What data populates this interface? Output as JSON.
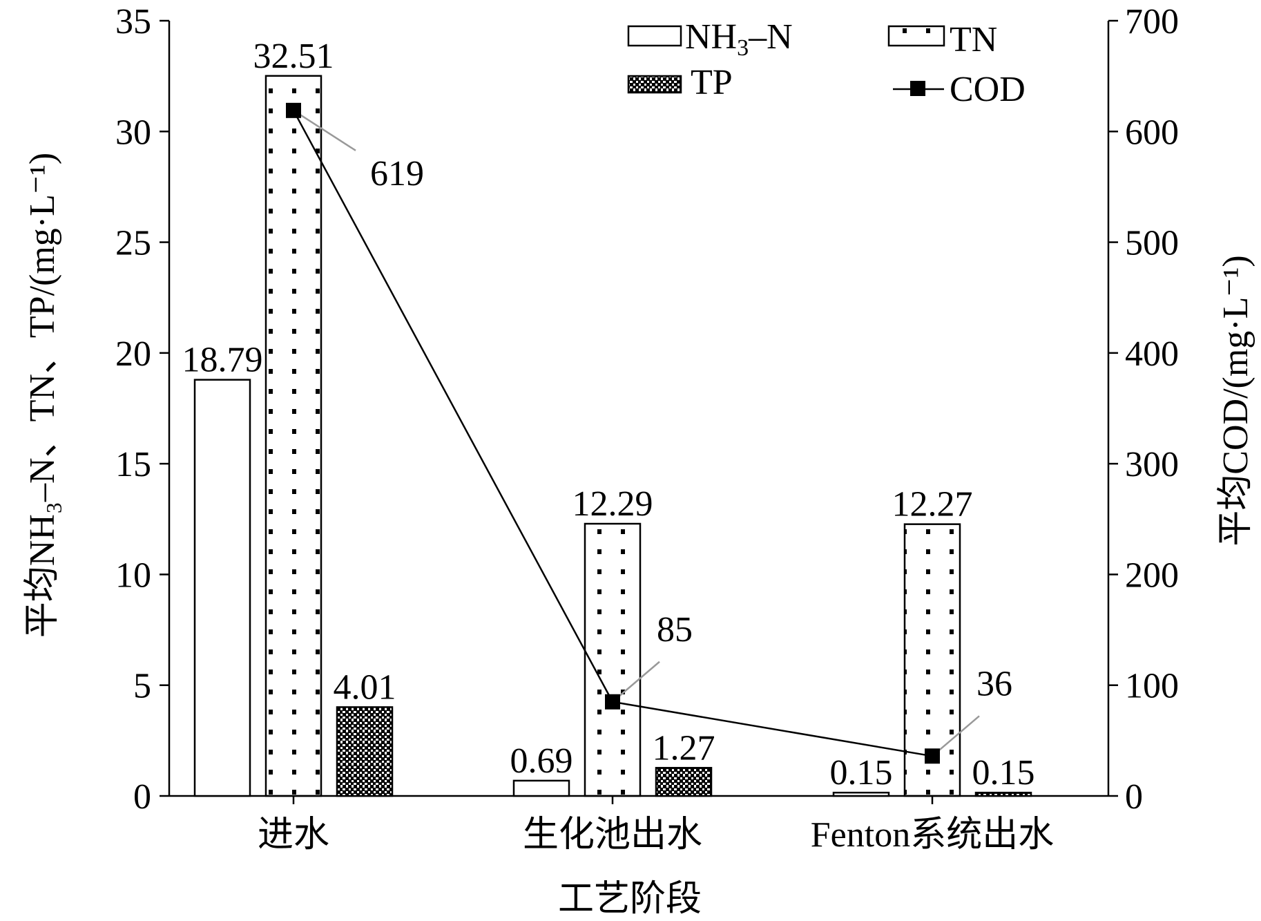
{
  "chart_data": {
    "type": "bar",
    "categories": [
      "进水",
      "生化池出水",
      "Fenton系统出水"
    ],
    "xlabel": "工艺阶段",
    "ylabel_left": "平均NH₃–N、TN、TP/(mg·L⁻¹)",
    "ylabel_right": "平均COD/(mg·L⁻¹)",
    "ylim_left": [
      0,
      35
    ],
    "yticks_left": [
      0,
      5,
      10,
      15,
      20,
      25,
      30,
      35
    ],
    "ylim_right": [
      0,
      700
    ],
    "yticks_right": [
      0,
      100,
      200,
      300,
      400,
      500,
      600,
      700
    ],
    "grid": false,
    "legend_position": "top-right",
    "series": [
      {
        "name": "NH₃–N",
        "axis": "left",
        "kind": "bar",
        "pattern": "none",
        "values": [
          18.79,
          0.69,
          0.15
        ],
        "labels": [
          "18.79",
          "0.69",
          "0.15"
        ]
      },
      {
        "name": "TN",
        "axis": "left",
        "kind": "bar",
        "pattern": "dots",
        "values": [
          32.51,
          12.29,
          12.27
        ],
        "labels": [
          "32.51",
          "12.29",
          "12.27"
        ]
      },
      {
        "name": "TP",
        "axis": "left",
        "kind": "bar",
        "pattern": "checker",
        "values": [
          4.01,
          1.27,
          0.15
        ],
        "labels": [
          "4.01",
          "1.27",
          "0.15"
        ]
      },
      {
        "name": "COD",
        "axis": "right",
        "kind": "line",
        "marker": "square",
        "values": [
          619,
          85,
          36
        ],
        "labels": [
          "619",
          "85",
          "36"
        ]
      }
    ],
    "colors": {
      "stroke": "#000000",
      "fill": "#ffffff",
      "leader": "#999999"
    }
  }
}
